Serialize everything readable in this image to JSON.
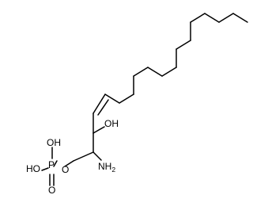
{
  "molecule": {
    "atom_labels": {
      "hydroxyl": "OH",
      "amine": "NH",
      "amine_subscript": "2",
      "ester_oxygen": "O",
      "phosphorus": "P",
      "phosphate_hydroxyl_upper": "OH",
      "phosphate_hydroxyl_left": "HO",
      "phosphate_double_oxygen": "O"
    },
    "colors": {
      "bond": "#000000",
      "label": "#000000",
      "background": "#ffffff"
    }
  }
}
